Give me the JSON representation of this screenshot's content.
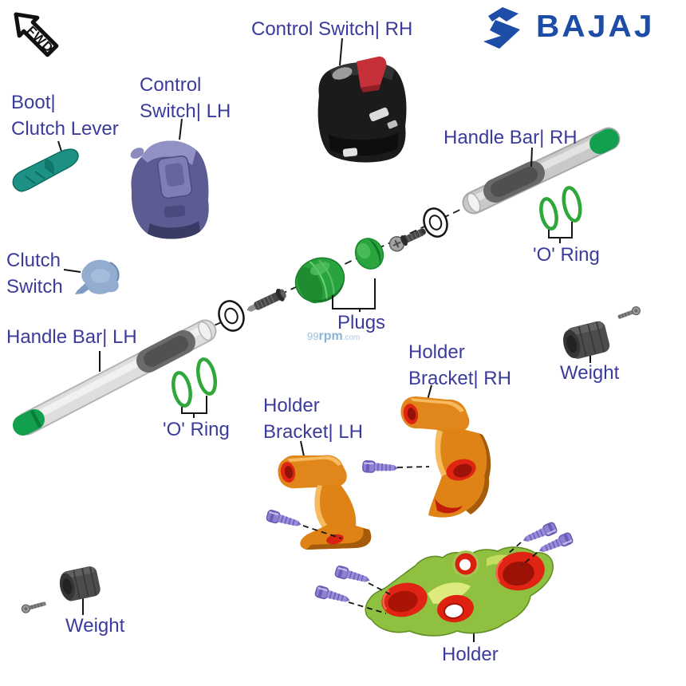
{
  "diagram": {
    "direction": "FWD",
    "brand": "BAJAJ",
    "watermark": {
      "p1": "99",
      "p2": "rpm",
      "p3": ".com"
    },
    "labels": {
      "control_switch_rh": "Control Switch| RH",
      "control_switch_lh": "Control\nSwitch| LH",
      "boot_clutch_lever": "Boot|\nClutch Lever",
      "clutch_switch": "Clutch\nSwitch",
      "handle_bar_rh": "Handle Bar| RH",
      "handle_bar_lh": "Handle Bar| LH",
      "o_ring_right": "'O' Ring",
      "o_ring_left": "'O' Ring",
      "plugs": "Plugs",
      "weight_right": "Weight",
      "weight_left": "Weight",
      "holder_bracket_rh": "Holder\nBracket| RH",
      "holder_bracket_lh": "Holder\nBracket| LH",
      "holder": "Holder"
    },
    "colors": {
      "label_text": "#3b3b9c",
      "brand_blue": "#1d4da6",
      "handlebar_cap_green": "#12a04e",
      "o_ring_green": "#2fa73b",
      "plug_green": "#29a33d",
      "bracket_orange": "#df8316",
      "holder_green": "#8fc040",
      "boss_red": "#e02414",
      "screw_purple": "#8f80d2"
    }
  }
}
